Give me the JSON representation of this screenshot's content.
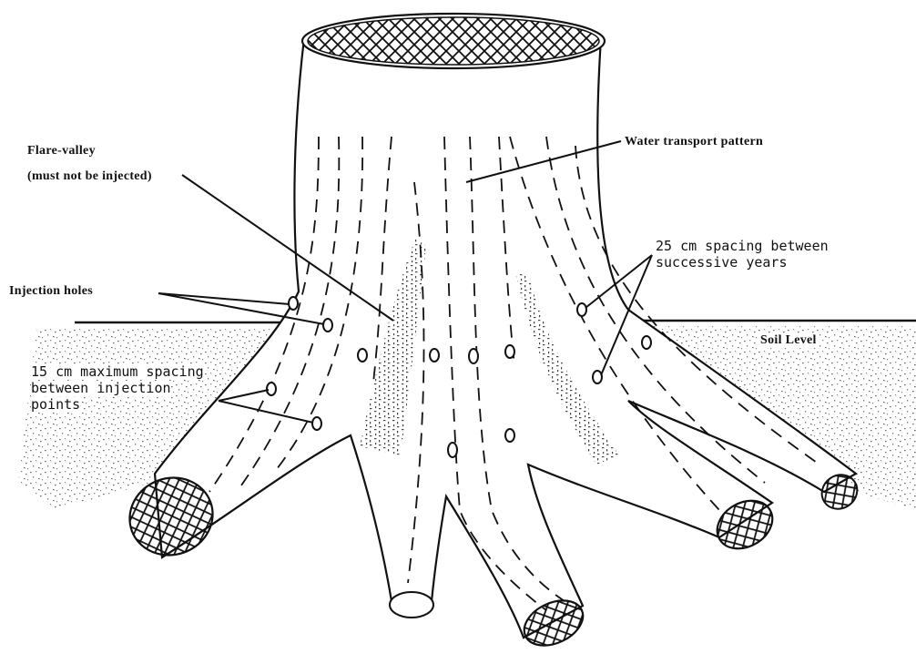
{
  "diagram": {
    "labels": {
      "flare_valley": "Flare-valley",
      "flare_valley_note": "(must not be injected)",
      "water_transport": "Water transport pattern",
      "injection_holes": "Injection holes",
      "spacing_years_line1": "25 cm spacing between",
      "spacing_years_line2": "successive years",
      "soil_level": "Soil Level",
      "max_spacing_line1": "15 cm maximum spacing",
      "max_spacing_line2": "between injection",
      "max_spacing_line3": "points"
    },
    "colors": {
      "ink": "#111111",
      "background": "#ffffff"
    }
  }
}
